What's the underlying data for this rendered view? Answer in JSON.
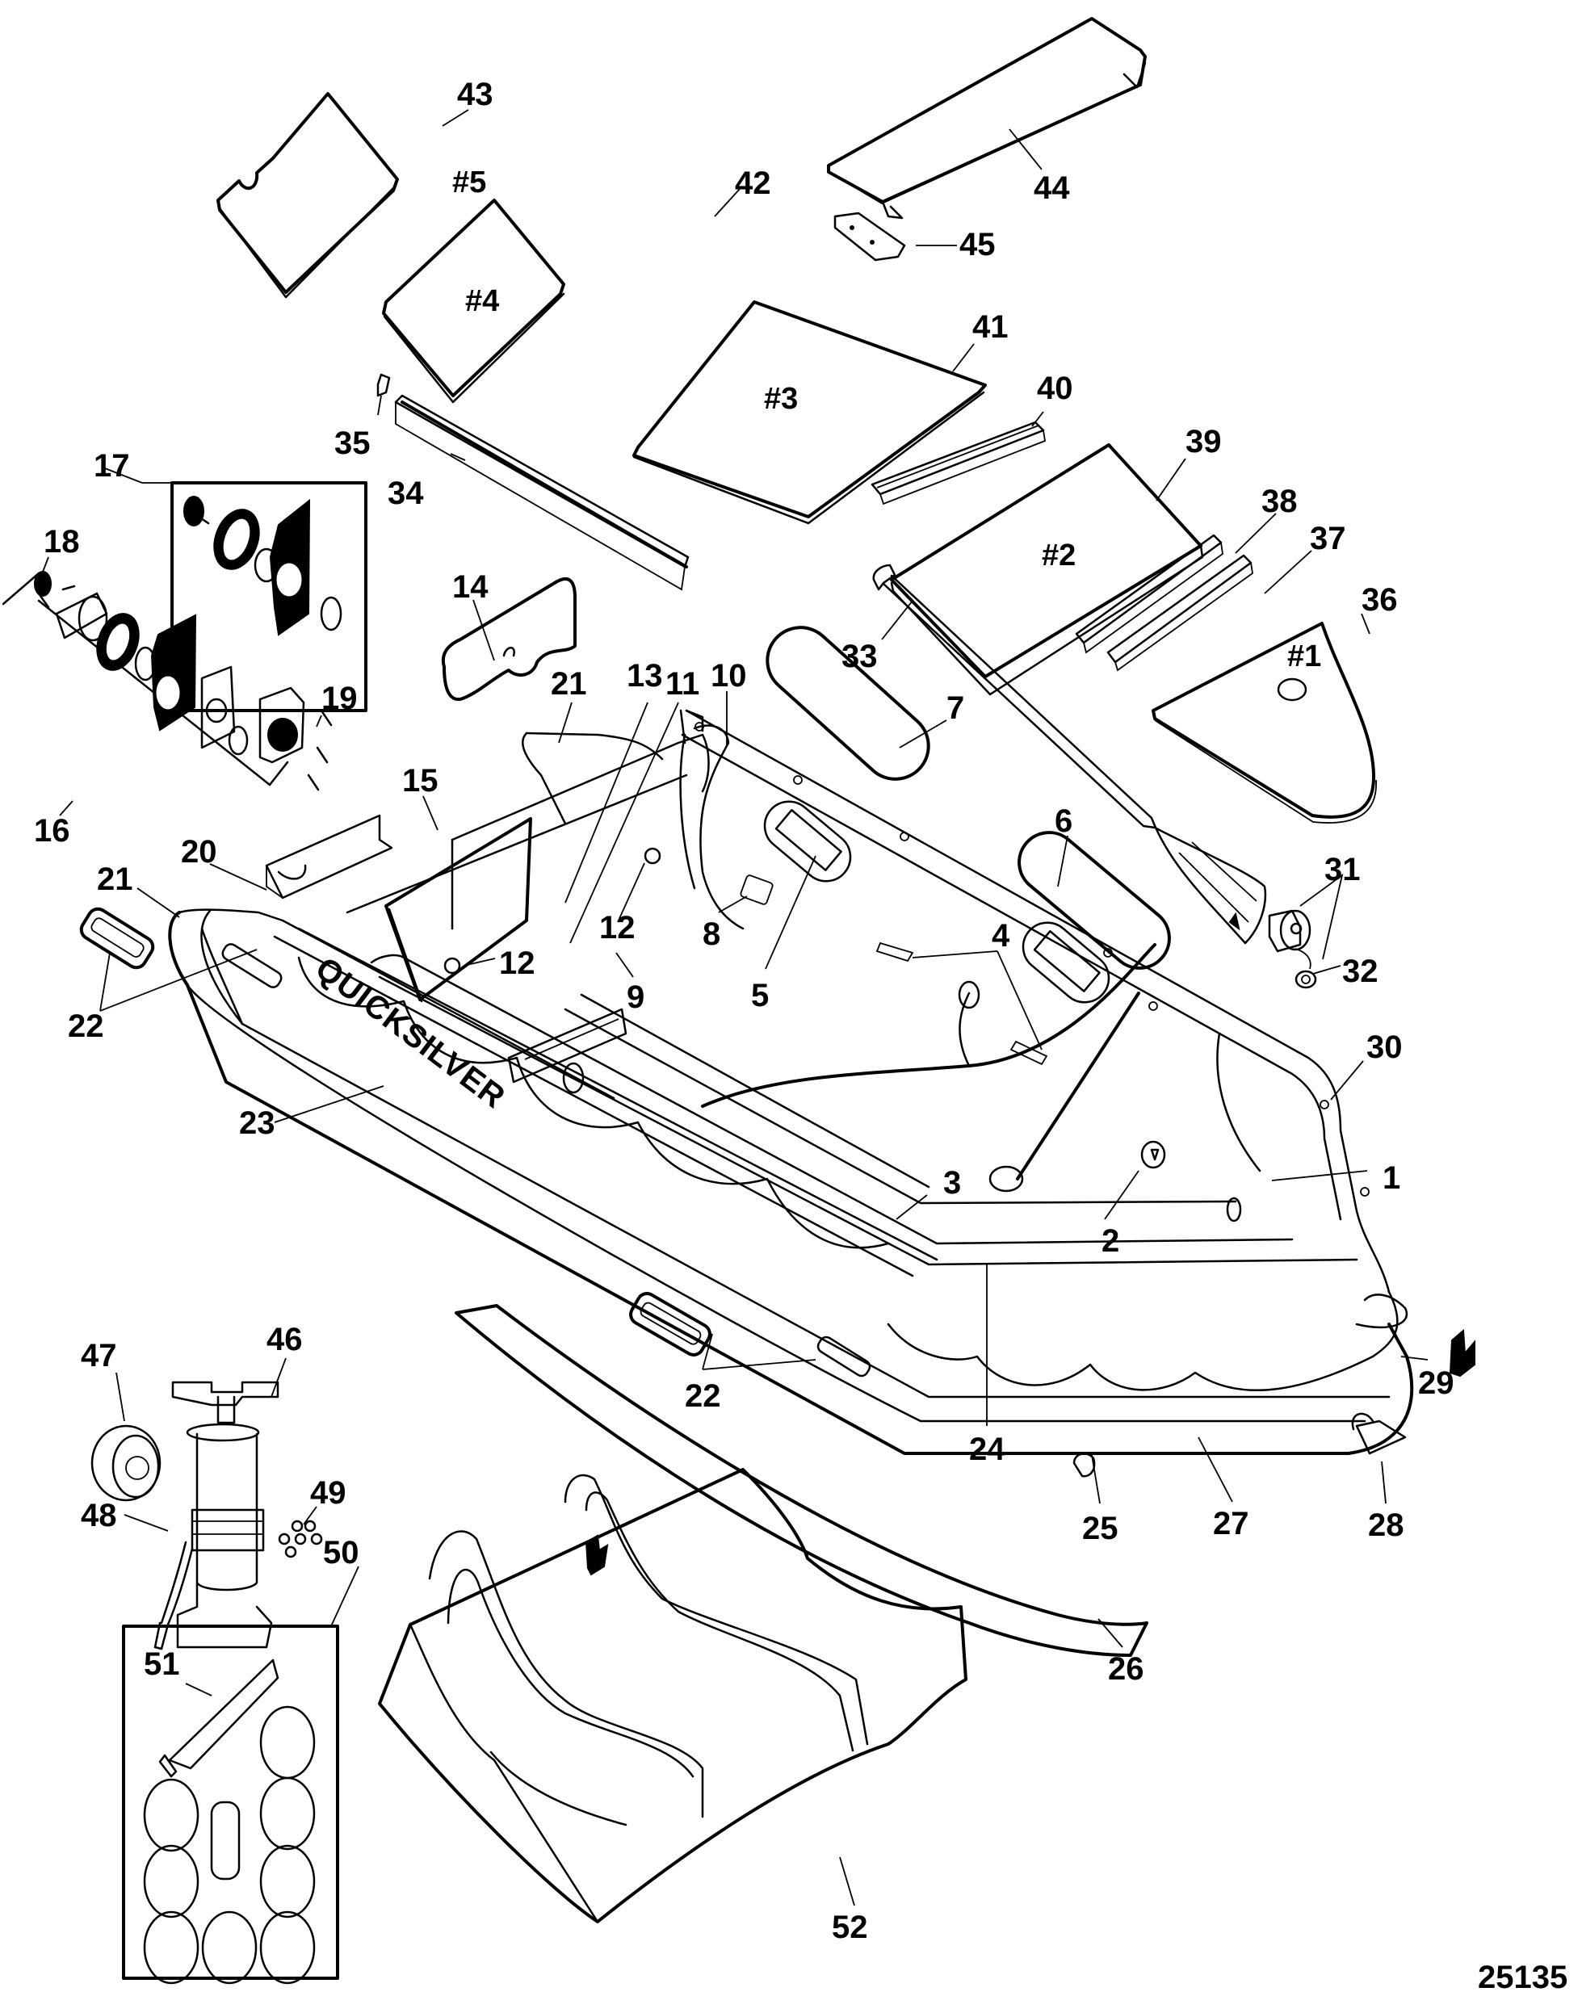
{
  "figure_id": "25135",
  "brand_text": "QUICKSILVER",
  "floor_panels": [
    {
      "label": "#1",
      "callout": "36"
    },
    {
      "label": "#2",
      "callout": "39"
    },
    {
      "label": "#3",
      "callout": "41"
    },
    {
      "label": "#4",
      "callout": "42"
    },
    {
      "label": "#5",
      "callout": "43"
    }
  ],
  "callouts": [
    {
      "id": "c1",
      "text": "1"
    },
    {
      "id": "c2",
      "text": "2"
    },
    {
      "id": "c3",
      "text": "3"
    },
    {
      "id": "c4",
      "text": "4"
    },
    {
      "id": "c5",
      "text": "5"
    },
    {
      "id": "c6",
      "text": "6"
    },
    {
      "id": "c7",
      "text": "7"
    },
    {
      "id": "c8",
      "text": "8"
    },
    {
      "id": "c9",
      "text": "9"
    },
    {
      "id": "c10",
      "text": "10"
    },
    {
      "id": "c11",
      "text": "11"
    },
    {
      "id": "c12a",
      "text": "12"
    },
    {
      "id": "c12b",
      "text": "12"
    },
    {
      "id": "c13",
      "text": "13"
    },
    {
      "id": "c14",
      "text": "14"
    },
    {
      "id": "c15",
      "text": "15"
    },
    {
      "id": "c16",
      "text": "16"
    },
    {
      "id": "c17",
      "text": "17"
    },
    {
      "id": "c18",
      "text": "18"
    },
    {
      "id": "c19",
      "text": "19"
    },
    {
      "id": "c20",
      "text": "20"
    },
    {
      "id": "c21a",
      "text": "21"
    },
    {
      "id": "c21b",
      "text": "21"
    },
    {
      "id": "c22a",
      "text": "22"
    },
    {
      "id": "c22b",
      "text": "22"
    },
    {
      "id": "c23",
      "text": "23"
    },
    {
      "id": "c24",
      "text": "24"
    },
    {
      "id": "c25",
      "text": "25"
    },
    {
      "id": "c26",
      "text": "26"
    },
    {
      "id": "c27",
      "text": "27"
    },
    {
      "id": "c28",
      "text": "28"
    },
    {
      "id": "c29",
      "text": "29"
    },
    {
      "id": "c30",
      "text": "30"
    },
    {
      "id": "c31",
      "text": "31"
    },
    {
      "id": "c32",
      "text": "32"
    },
    {
      "id": "c33",
      "text": "33"
    },
    {
      "id": "c34",
      "text": "34"
    },
    {
      "id": "c35",
      "text": "35"
    },
    {
      "id": "c36",
      "text": "36"
    },
    {
      "id": "c37",
      "text": "37"
    },
    {
      "id": "c38",
      "text": "38"
    },
    {
      "id": "c39",
      "text": "39"
    },
    {
      "id": "c40",
      "text": "40"
    },
    {
      "id": "c41",
      "text": "41"
    },
    {
      "id": "c42",
      "text": "42"
    },
    {
      "id": "c43",
      "text": "43"
    },
    {
      "id": "c44",
      "text": "44"
    },
    {
      "id": "c45",
      "text": "45"
    },
    {
      "id": "c46",
      "text": "46"
    },
    {
      "id": "c47",
      "text": "47"
    },
    {
      "id": "c48",
      "text": "48"
    },
    {
      "id": "c49",
      "text": "49"
    },
    {
      "id": "c50",
      "text": "50"
    },
    {
      "id": "c51",
      "text": "51"
    },
    {
      "id": "c52",
      "text": "52"
    }
  ]
}
